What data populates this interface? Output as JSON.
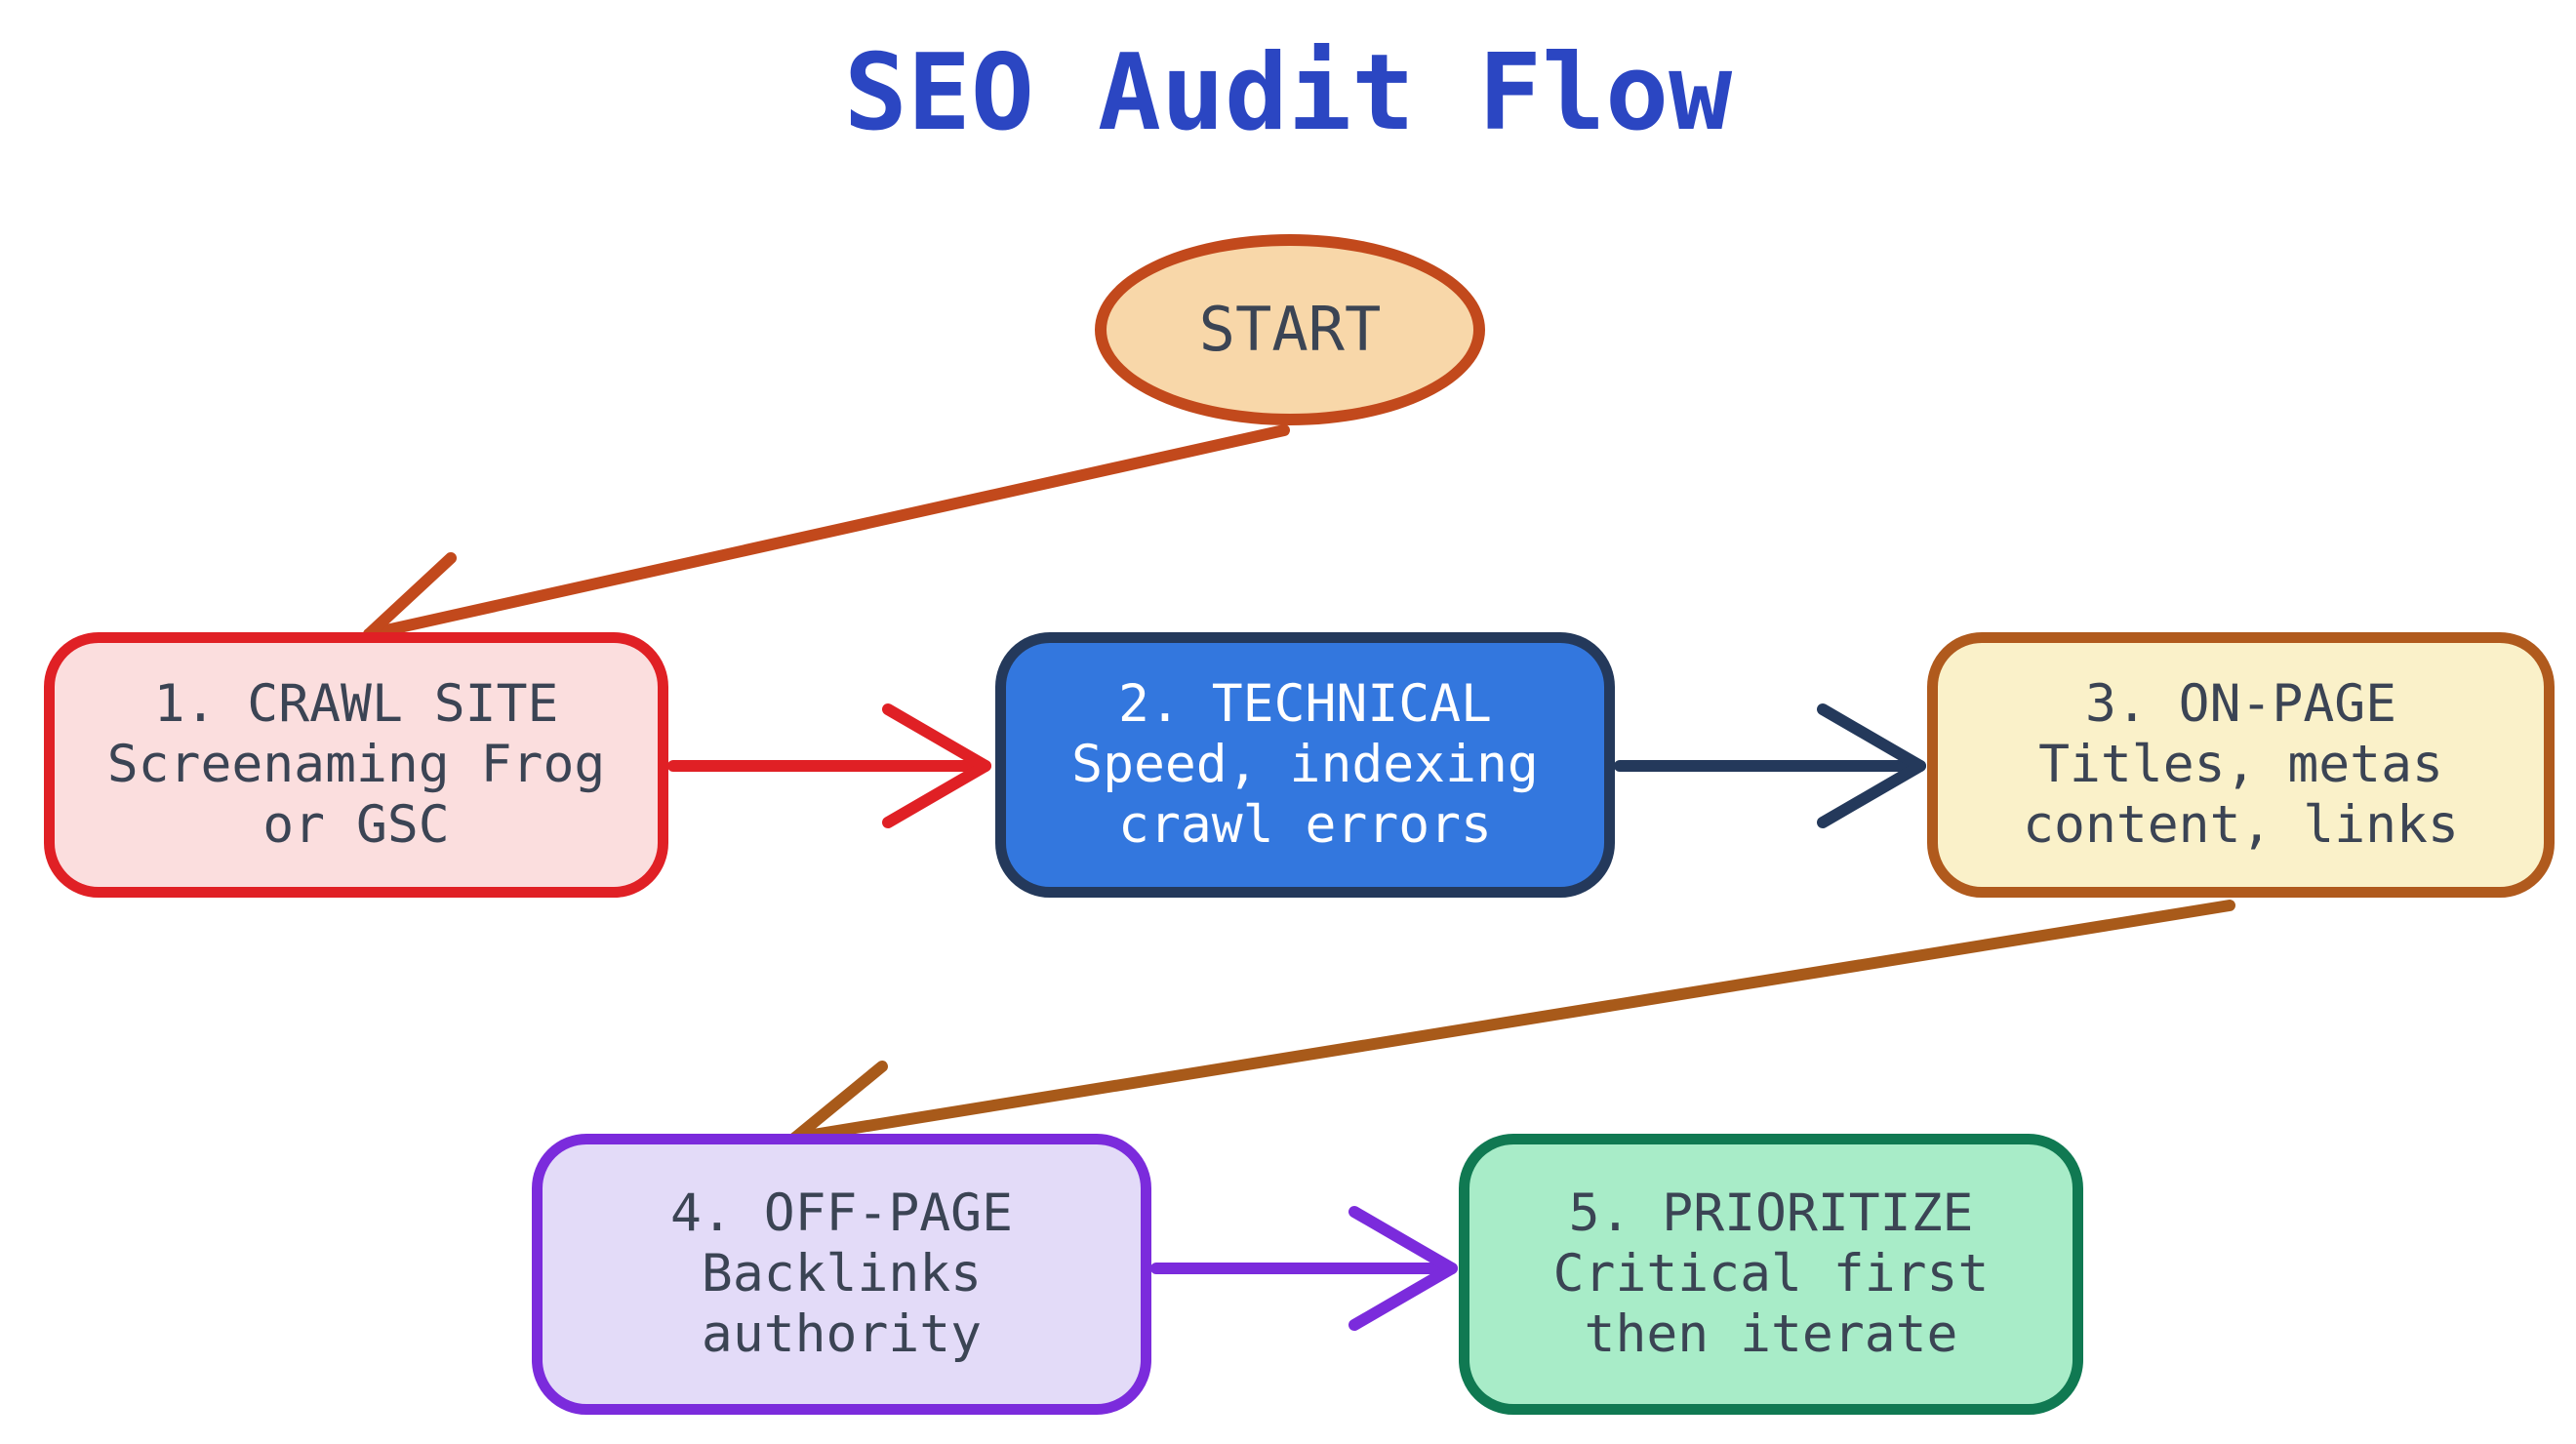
{
  "title": {
    "text": "SEO Audit Flow",
    "color": "#2b46c2"
  },
  "canvas": {
    "background": "#ffffff",
    "default_text_color": "#3b4454"
  },
  "nodes": {
    "start": {
      "shape": "ellipse",
      "label": "START",
      "fill": "#f8d7a9",
      "border": "#c2491c",
      "text_color": "#3b4454"
    },
    "crawl": {
      "shape": "rounded-rect",
      "lines": [
        "1. CRAWL SITE",
        "Screenaming Frog",
        "or GSC"
      ],
      "fill": "#fbdede",
      "border": "#e02025",
      "text_color": "#3b4454"
    },
    "technical": {
      "shape": "rounded-rect",
      "lines": [
        "2. TECHNICAL",
        "Speed, indexing",
        "crawl errors"
      ],
      "fill": "#3377de",
      "border": "#24395b",
      "text_color": "#ffffff"
    },
    "onpage": {
      "shape": "rounded-rect",
      "lines": [
        "3. ON-PAGE",
        "Titles, metas",
        "content, links"
      ],
      "fill": "#faf1c9",
      "border": "#b05a1d",
      "text_color": "#3b4454"
    },
    "offpage": {
      "shape": "rounded-rect",
      "lines": [
        "4. OFF-PAGE",
        "Backlinks",
        "authority"
      ],
      "fill": "#e3dbf8",
      "border": "#7b2bdc",
      "text_color": "#3b4454"
    },
    "prioritize": {
      "shape": "rounded-rect",
      "lines": [
        "5. PRIORITIZE",
        "Critical first",
        "then iterate"
      ],
      "fill": "#a8ecc8",
      "border": "#107952",
      "text_color": "#3b4454"
    }
  },
  "edges": {
    "start_to_crawl": {
      "from": "START",
      "to": "1. CRAWL SITE",
      "color": "#c2491c"
    },
    "crawl_to_technical": {
      "from": "1. CRAWL SITE",
      "to": "2. TECHNICAL",
      "color": "#e02025"
    },
    "technical_to_onpage": {
      "from": "2. TECHNICAL",
      "to": "3. ON-PAGE",
      "color": "#24395b"
    },
    "onpage_to_offpage": {
      "from": "3. ON-PAGE",
      "to": "4. OFF-PAGE",
      "color": "#a85a1a"
    },
    "offpage_to_prioritize": {
      "from": "4. OFF-PAGE",
      "to": "5. PRIORITIZE",
      "color": "#7b2bdc"
    }
  }
}
